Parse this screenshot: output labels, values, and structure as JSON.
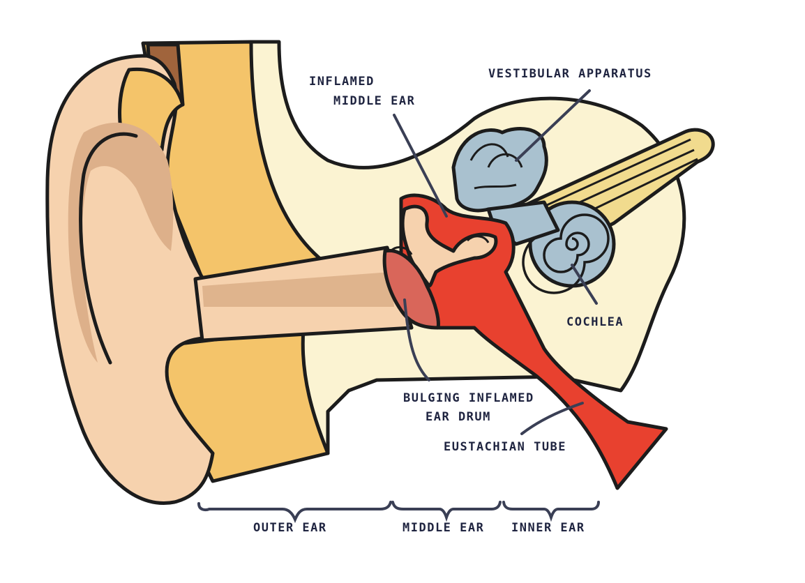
{
  "labels": {
    "inflamed_middle_ear_line1": "INFLAMED",
    "inflamed_middle_ear_line2": "MIDDLE EAR",
    "vestibular_apparatus": "VESTIBULAR APPARATUS",
    "cochlea": "COCHLEA",
    "bulging_drum_line1": "BULGING INFLAMED",
    "bulging_drum_line2": "EAR DRUM",
    "eustachian_tube": "EUSTACHIAN TUBE"
  },
  "sections": {
    "outer_ear": "OUTER EAR",
    "middle_ear": "MIDDLE EAR",
    "inner_ear": "INNER EAR"
  },
  "colors": {
    "skin_light": "#F6D2AE",
    "skin_shadow": "#DDB08A",
    "head_tissue": "#F4C46A",
    "bone_bg": "#FBF3D2",
    "inflamed_red": "#E8412F",
    "ear_drum": "#D9665A",
    "inner_ear_blue": "#A9C1CF",
    "nerve_yellow": "#F1DB8E",
    "hair_brown": "#A0643C"
  }
}
